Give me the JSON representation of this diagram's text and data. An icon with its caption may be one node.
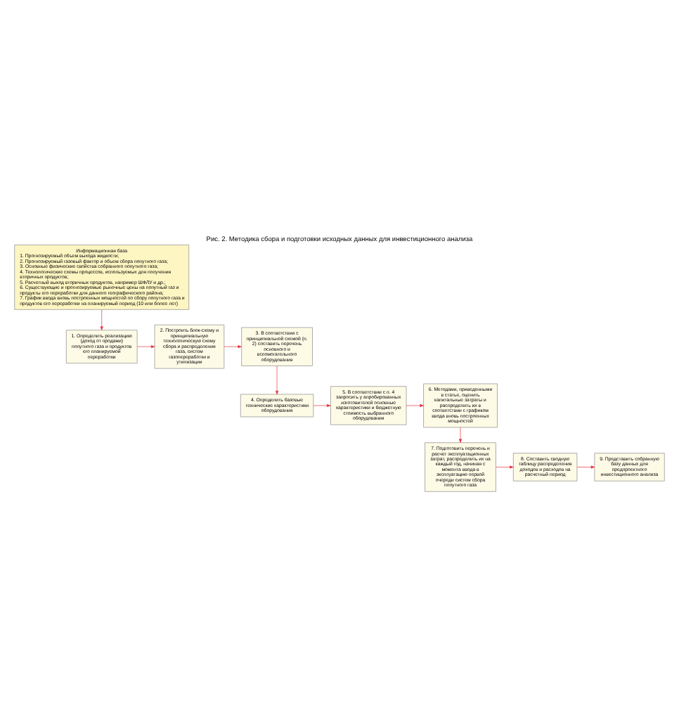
{
  "diagram": {
    "title": "Рис. 2. Методика сбора и подготовки исходных данных для инвестиционного анализа",
    "nodes": [
      {
        "text": [
          "Информационная база",
          "1. Прогнозируемый объем выхода жидкости;",
          "2. Прогнозируемый газовый фактор и объем сбора попутного газа;",
          "3. Основные физические свойства собранного попутного газа;",
          "4. Технологические схемы процессов, используемых для получения вторичных продуктов;",
          "5. Расчетный выход вторичных продуктов, например ШФЛУ и др.;",
          "6. Существующие и прогнозируемые рыночные цены на попутный газ и продукты его переработки для данного географического района;",
          "7. График ввода вновь построенных мощностей по сбору попутного газа и продуктов его переработки на планируемый период (10 или более лет)"
        ]
      },
      {
        "text": [
          "1. Определить реализацию (доход от продажи) попутного газа и продуктов его планируемой переработки"
        ]
      },
      {
        "text": [
          "2. Построить блок-схему и принципиальную технологическую схему сбора и распределения газа, систем газопереработки и утилизации"
        ]
      },
      {
        "text": [
          "3. В соответствии с принципиальной схемой (п. 2) составить перечень основного и вспомогательного оборудования"
        ]
      },
      {
        "text": [
          "4. Определить базовые технические характеристики оборудования"
        ]
      },
      {
        "text": [
          "5. В соответствии с п. 4 запросить у апробированных изготовителей основные характеристики и бюджетную стоимость выбранного оборудования"
        ]
      },
      {
        "text": [
          "6. Методами, приведенными в статье, оценить капитальные затраты и распределить их в соответствии с графиком ввода вновь построенных мощностей"
        ]
      },
      {
        "text": [
          "7. Подготовить перечень и расчет эксплуатационных затрат, распределить их на каждый год, начиная с момента ввода в эксплуатацию первой очереди систем сбора попутного газа"
        ]
      },
      {
        "text": [
          "8. Составить сводную таблицу распределения доходов и расходов на расчетный период"
        ]
      },
      {
        "text": [
          "9. Представить собранную базу данных для предпроектного инвестиционного анализа"
        ]
      }
    ],
    "edges": [
      {
        "from": 0,
        "to": 1,
        "arrow": "to"
      },
      {
        "from": 1,
        "to": 2,
        "arrow": "to"
      },
      {
        "from": 2,
        "to": 3,
        "arrow": "to"
      },
      {
        "from": 3,
        "to": 4,
        "arrow": "to"
      },
      {
        "from": 4,
        "to": 5,
        "arrow": "to"
      },
      {
        "from": 5,
        "to": 6,
        "arrow": "to"
      },
      {
        "from": 6,
        "to": 7,
        "arrow": "to"
      },
      {
        "from": 7,
        "to": 8,
        "arrow": "to"
      },
      {
        "from": 8,
        "to": 9,
        "arrow": "to"
      }
    ]
  }
}
